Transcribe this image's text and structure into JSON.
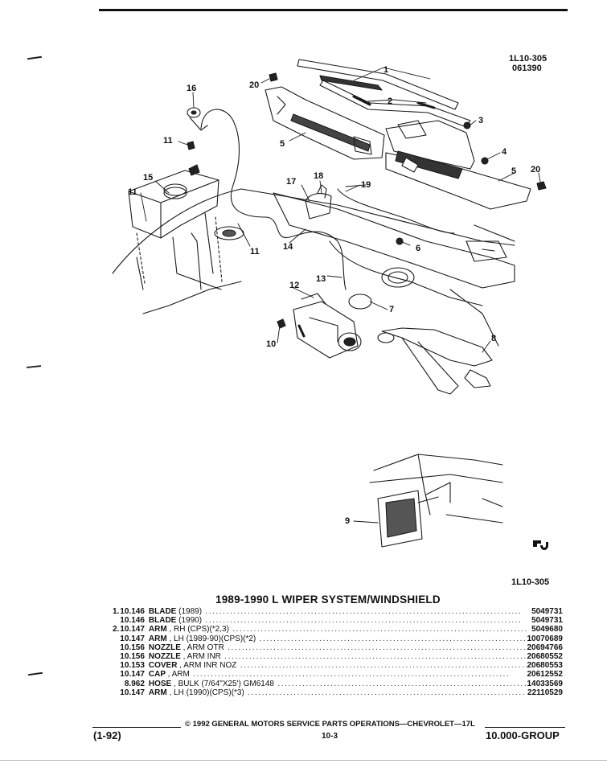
{
  "header": {
    "drawing_ref": "1L10-305",
    "drawing_date": "061390"
  },
  "diagram_callouts": [
    "1",
    "2",
    "3",
    "4",
    "5",
    "5",
    "6",
    "7",
    "8",
    "9",
    "10",
    "11",
    "11",
    "11",
    "12",
    "13",
    "14",
    "15",
    "16",
    "17",
    "18",
    "19",
    "20",
    "20"
  ],
  "detail_ref": "1L10-305",
  "title": "1989-1990 L WIPER SYSTEM/WINDSHIELD",
  "parts": [
    {
      "key": "1.",
      "group": "10.146",
      "name": "BLADE",
      "desc": "(1989)",
      "part_no": "5049731"
    },
    {
      "key": "",
      "group": "10.146",
      "name": "BLADE",
      "desc": "(1990)",
      "part_no": "5049731"
    },
    {
      "key": "2.",
      "group": "10.147",
      "name": "ARM",
      "desc": ", RH (CPS)(*2,3)",
      "part_no": "5049680"
    },
    {
      "key": "",
      "group": "10.147",
      "name": "ARM",
      "desc": ", LH (1989-90)(CPS)(*2)",
      "part_no": "10070689"
    },
    {
      "key": "",
      "group": "10.156",
      "name": "NOZZLE",
      "desc": ", ARM OTR",
      "part_no": "20694766"
    },
    {
      "key": "",
      "group": "10.156",
      "name": "NOZZLE",
      "desc": ", ARM INR",
      "part_no": "20680552"
    },
    {
      "key": "",
      "group": "10.153",
      "name": "COVER",
      "desc": ", ARM INR NOZ",
      "part_no": "20680553"
    },
    {
      "key": "",
      "group": "10.147",
      "name": "CAP",
      "desc": ", ARM",
      "part_no": "20612552"
    },
    {
      "key": "",
      "group": "8.962",
      "name": "HOSE",
      "desc": ", BULK (7/64\"X25') GM6148",
      "part_no": "14033569"
    },
    {
      "key": "",
      "group": "10.147",
      "name": "ARM",
      "desc": ", LH (1990)(CPS)(*3)",
      "part_no": "22110529"
    }
  ],
  "footer": {
    "copyright": "© 1992 GENERAL MOTORS SERVICE PARTS OPERATIONS—CHEVROLET—17L",
    "revision": "(1-92)",
    "page": "10-3",
    "group": "10.000-GROUP"
  }
}
